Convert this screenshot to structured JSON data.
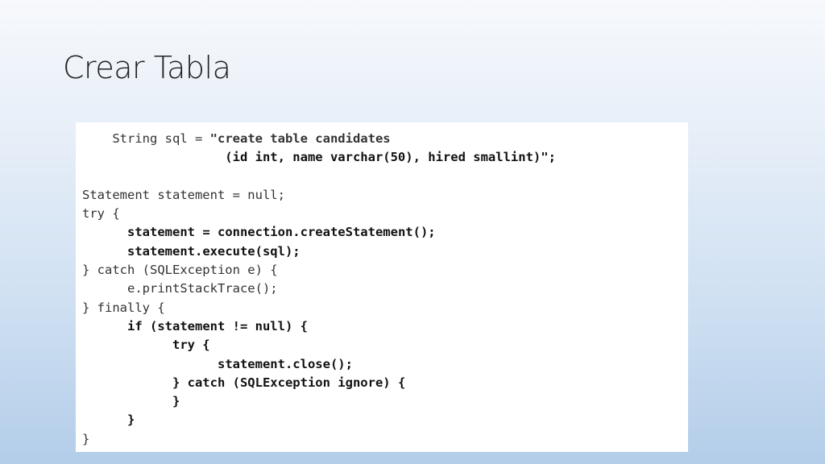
{
  "slide": {
    "title": "Crear Tabla"
  },
  "code": {
    "lines": [
      {
        "indent": "    ",
        "text": "String sql = ",
        "bold_text": "\"create table candidates"
      },
      {
        "indent": "",
        "text": "",
        "bold_text": "                   (id int, name varchar(50), hired smallint)\";"
      },
      {
        "indent": "",
        "text": "",
        "bold_text": ""
      },
      {
        "indent": "",
        "text": "Statement statement = null;",
        "bold_text": ""
      },
      {
        "indent": "",
        "text": "try {",
        "bold_text": ""
      },
      {
        "indent": "      ",
        "text": "",
        "bold_text": "statement = connection.createStatement();"
      },
      {
        "indent": "      ",
        "text": "",
        "bold_text": "statement.execute(sql);"
      },
      {
        "indent": "",
        "text": "} catch (SQLException e) {",
        "bold_text": ""
      },
      {
        "indent": "      ",
        "text": "e.printStackTrace();",
        "bold_text": ""
      },
      {
        "indent": "",
        "text": "} finally {",
        "bold_text": ""
      },
      {
        "indent": "      ",
        "text": "",
        "bold_text": "if (statement != null) {"
      },
      {
        "indent": "            ",
        "text": "",
        "bold_text": "try {"
      },
      {
        "indent": "                  ",
        "text": "",
        "bold_text": "statement.close();"
      },
      {
        "indent": "            ",
        "text": "",
        "bold_text": "} catch (SQLException ignore) {"
      },
      {
        "indent": "            ",
        "text": "",
        "bold_text": "}"
      },
      {
        "indent": "      ",
        "text": "",
        "bold_text": "}"
      },
      {
        "indent": "",
        "text": "}",
        "bold_text": ""
      }
    ]
  }
}
